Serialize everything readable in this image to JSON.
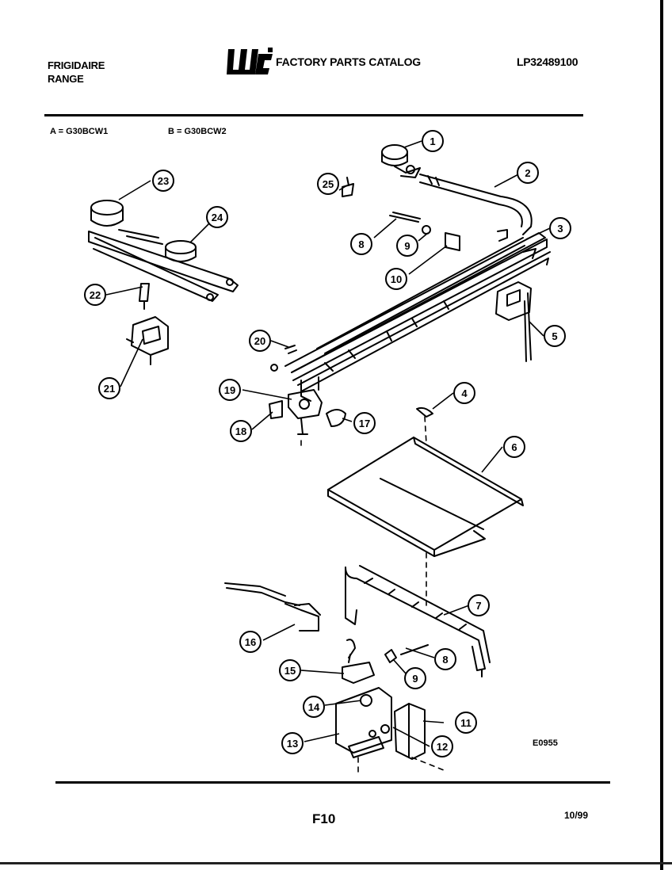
{
  "header": {
    "brand": "FRIGIDAIRE",
    "product": "RANGE",
    "catalog_title": "FACTORY PARTS CATALOG",
    "catalog_code": "LP32489100",
    "logo_text": "WCI"
  },
  "models": {
    "a": "A = G30BCW1",
    "b": "B = G30BCW2"
  },
  "callouts": {
    "c1": "1",
    "c2": "2",
    "c3": "3",
    "c4": "4",
    "c5": "5",
    "c6": "6",
    "c7": "7",
    "c8a": "8",
    "c8b": "8",
    "c9a": "9",
    "c9b": "9",
    "c10": "10",
    "c11": "11",
    "c12": "12",
    "c13": "13",
    "c14": "14",
    "c15": "15",
    "c16": "16",
    "c17": "17",
    "c18": "18",
    "c19": "19",
    "c20": "20",
    "c21": "21",
    "c22": "22",
    "c23": "23",
    "c24": "24",
    "c25": "25"
  },
  "figure_code": "E0955",
  "footer": {
    "page_id": "F10",
    "date": "10/99"
  }
}
